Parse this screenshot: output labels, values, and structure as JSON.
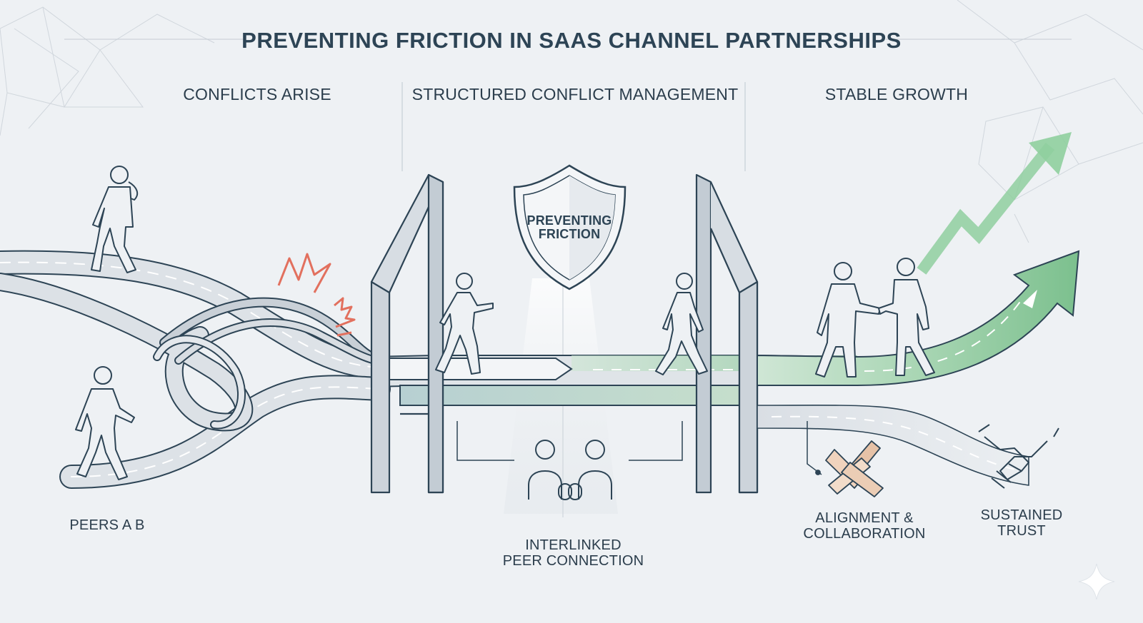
{
  "title": "PREVENTING FRICTION IN SAAS CHANNEL PARTNERSHIPS",
  "stages": [
    {
      "label": "CONFLICTS ARISE"
    },
    {
      "label": "STRUCTURED CONFLICT MANAGEMENT"
    },
    {
      "label": "STABLE GROWTH"
    }
  ],
  "shield": {
    "line1": "PREVENTING",
    "line2": "FRICTION"
  },
  "captions": {
    "peers": "PEERS A B",
    "interlinked_line1": "INTERLINKED",
    "interlinked_line2": "PEER CONNECTION",
    "alignment_line1": "ALIGNMENT &",
    "alignment_line2": "COLLABORATION",
    "trust_line1": "SUSTAINED",
    "trust_line2": "TRUST"
  },
  "colors": {
    "ink": "#2d4455",
    "road": "#d7dde3",
    "growth_green": "#7cc08e",
    "conflict_red": "#e2705e",
    "background": "#eef1f4"
  }
}
